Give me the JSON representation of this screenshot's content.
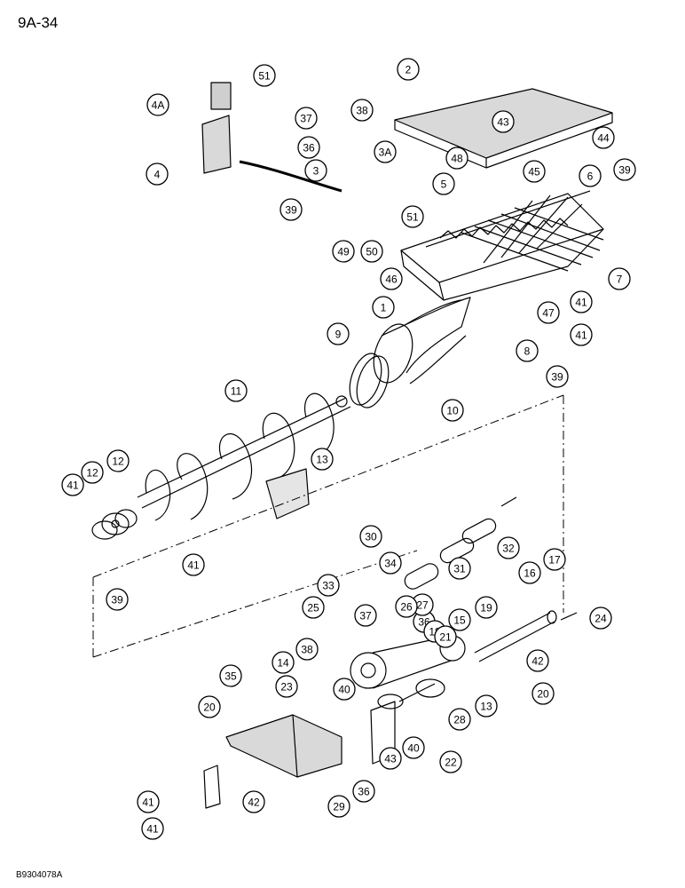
{
  "page_label": "9A-34",
  "document_code": "B9304078A",
  "callouts": [
    "2",
    "4A",
    "51",
    "43",
    "44",
    "37",
    "38",
    "36",
    "3A",
    "48",
    "4",
    "3",
    "5",
    "45",
    "6",
    "39",
    "39",
    "49",
    "50",
    "51",
    "7",
    "46",
    "41",
    "47",
    "1",
    "41",
    "9",
    "8",
    "39",
    "10",
    "11",
    "13",
    "12",
    "12",
    "41",
    "39",
    "41",
    "30",
    "32",
    "31",
    "17",
    "16",
    "34",
    "33",
    "36",
    "27",
    "26",
    "25",
    "37",
    "18",
    "19",
    "15",
    "24",
    "38",
    "21",
    "14",
    "42",
    "35",
    "23",
    "40",
    "20",
    "13",
    "28",
    "20",
    "40",
    "22",
    "43",
    "41",
    "36",
    "29",
    "42",
    "41"
  ]
}
